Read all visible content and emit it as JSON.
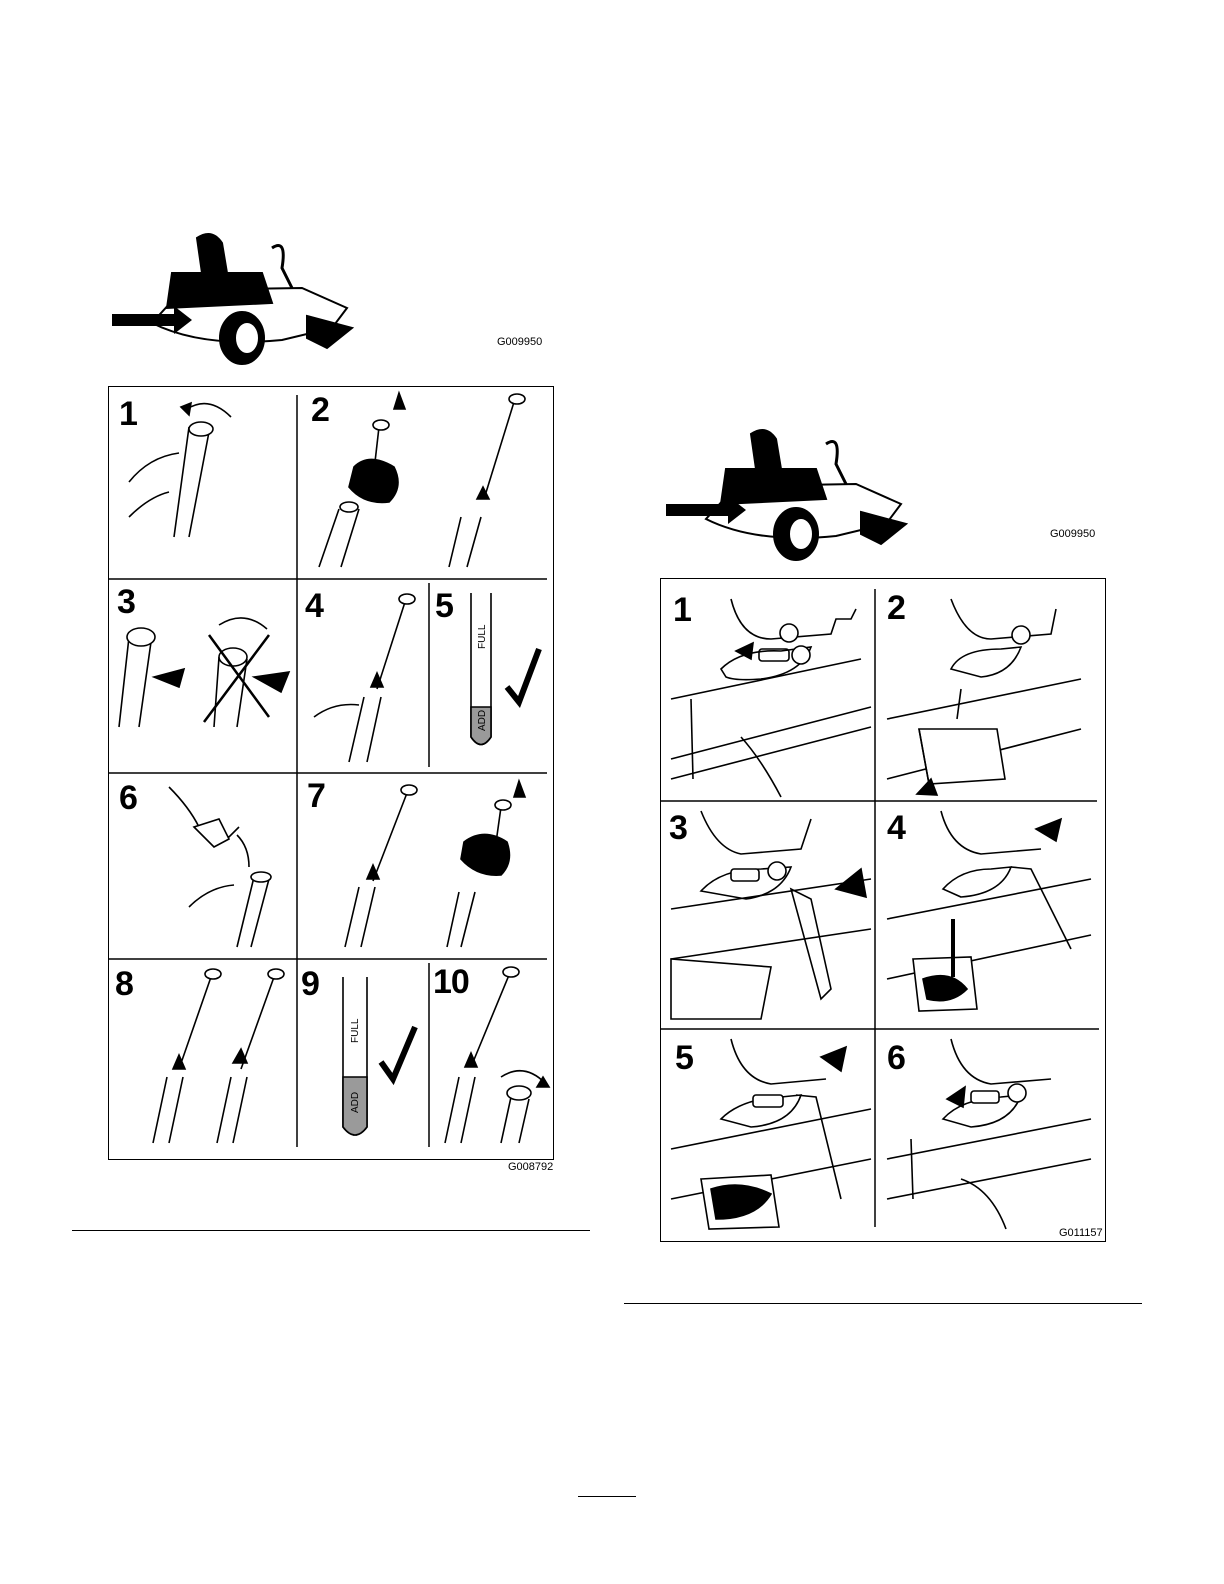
{
  "left": {
    "mower_figure_code": "G009950",
    "dipstick_figure_code": "G008792",
    "steps": [
      "1",
      "2",
      "3",
      "4",
      "5",
      "6",
      "7",
      "8",
      "9",
      "10"
    ],
    "dipstick_marks": {
      "add": "ADD",
      "full": "FULL"
    }
  },
  "right": {
    "mower_figure_code": "G009950",
    "drain_figure_code": "G011157",
    "steps": [
      "1",
      "2",
      "3",
      "4",
      "5",
      "6"
    ]
  },
  "colors": {
    "ink": "#000000",
    "oil_fill": "#9a9a9a",
    "paper": "#ffffff"
  }
}
